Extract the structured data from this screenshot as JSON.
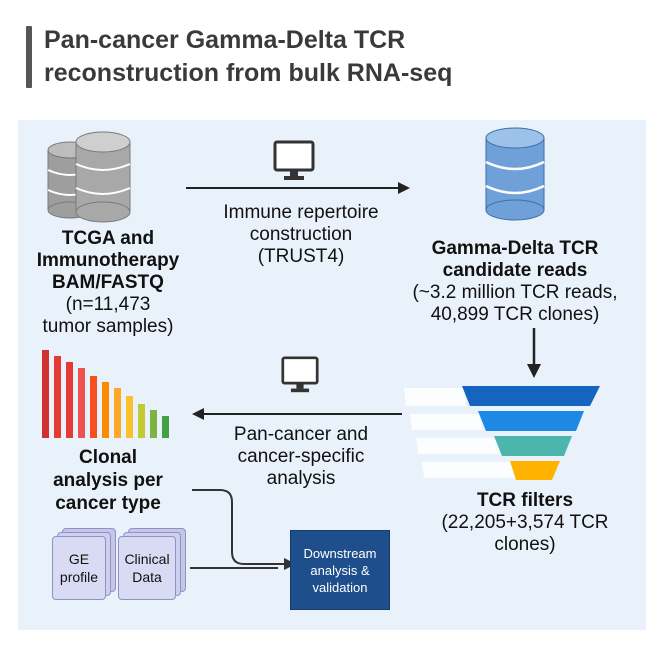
{
  "title": {
    "line1": "Pan-cancer Gamma-Delta TCR",
    "line2": "reconstruction from bulk RNA-seq"
  },
  "source": {
    "line1": "TCGA and",
    "line2": "Immunotherapy",
    "line3": "BAM/FASTQ",
    "line4": "(n=11,473",
    "line5": "tumor samples)"
  },
  "step1": {
    "line1": "Immune repertoire",
    "line2": "construction",
    "line3": "(TRUST4)"
  },
  "candidates": {
    "line1": "Gamma-Delta TCR",
    "line2": "candidate reads",
    "line3": "(~3.2 million TCR reads,",
    "line4": "40,899 TCR clones)"
  },
  "filters": {
    "line1": "TCR filters",
    "line2": "(22,205+3,574 TCR",
    "line3": "clones)"
  },
  "step2": {
    "line1": "Pan-cancer and",
    "line2": "cancer-specific",
    "line3": "analysis"
  },
  "clonal": {
    "line1": "Clonal",
    "line2": "analysis per",
    "line3": "cancer type"
  },
  "ge_profile": {
    "line1": "GE",
    "line2": "profile"
  },
  "clinical": {
    "line1": "Clinical",
    "line2": "Data"
  },
  "downstream": {
    "line1": "Downstream",
    "line2": "analysis &",
    "line3": "validation"
  },
  "colors": {
    "panel": "#e9f2fb",
    "funnel": [
      "#1565c0",
      "#1e88e5",
      "#4db6ac",
      "#ffb300"
    ],
    "bars": [
      "#d32f2f",
      "#e53935",
      "#e53935",
      "#ef5350",
      "#f4511e",
      "#fb8c00",
      "#ffa726",
      "#fbc02d",
      "#c0ca33",
      "#7cb342",
      "#43a047"
    ],
    "downstream_box": "#1f4e8c"
  },
  "icons": [
    "server-icon",
    "monitor-icon",
    "database-icon",
    "funnel-icon",
    "bar-chart-icon",
    "document-stack-icon"
  ]
}
